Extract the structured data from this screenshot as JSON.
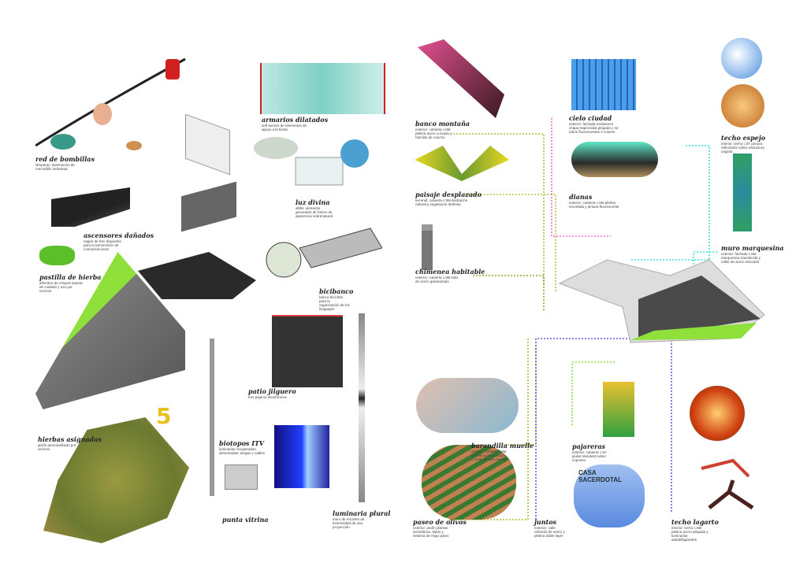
{
  "left_panel": {
    "items": [
      {
        "title": "red de bombillas",
        "desc": "lámparas: iluminación de mercadillo individual"
      },
      {
        "title": "ascensores dañados",
        "desc": "vagón de tren dispuesto para la transmisión de comunicaciones"
      },
      {
        "title": "pastilla de hierba",
        "desc": "alfombra de césped natural de cuidado y uso por vecinos"
      },
      {
        "title": "armarios dilatados",
        "desc": "self service de elementos de apoyo a la fiesta"
      },
      {
        "title": "luz divina",
        "desc": "altillo: elemento generador de haces de apariencia sobrenatural"
      },
      {
        "title": "bicibanco",
        "desc": "banco-bicicleta para la organización de los lenguajes"
      },
      {
        "title": "patio jilguero",
        "desc": "tres pájaros electrónicos"
      },
      {
        "title": "hierbas asignadas",
        "desc": "jardín personalizado por vecinos"
      },
      {
        "title": "biotopos ITV",
        "desc": "luminarias recuperadas, alimentadas: tangas y cables"
      },
      {
        "title": "luminaria plural",
        "desc": "muro de recortes de inmensidad de una proyección"
      },
      {
        "title": "punta vitrina",
        "desc": ""
      }
    ],
    "sign_text": "5"
  },
  "right_panel": {
    "items": [
      {
        "title": "banco montaña",
        "desc": "exterior: cubierta c.6M pletina acero curvado y hamilas de caucho"
      },
      {
        "title": "paisaje desplazado",
        "desc": "terrenal: cubierta c.5M ilustración natural y vegetación defensa"
      },
      {
        "title": "chimenea habitable",
        "desc": "exterior: cubierta c.6M tubo de acero galvanizado"
      },
      {
        "title": "cielo ciudad",
        "desc": "exterior: fachada medianera chapa trapezoidal plegada y 42 tubos fluorescentes 2 colores"
      },
      {
        "title": "dianas",
        "desc": "exterior: cubierta c.5M pletina recortada y pintura fluorescente"
      },
      {
        "title": "techo espejo",
        "desc": "interior: techo c.6T pintura reflectante sobre estructura original"
      },
      {
        "title": "muro marquesina",
        "desc": "exterior: fachada c.5M marquesina translúcida y cable de acero trenzado"
      },
      {
        "title": "barandilla muelle",
        "desc": "exterior: cubierta c.6M pletina acero curvado y malla tensión simple"
      },
      {
        "title": "paseo de olivos",
        "desc": "exterior: jardín plantas aromáticas, tejido y sistema de riego goteo"
      },
      {
        "title": "juntos",
        "desc": "exterior: calle redondo de acero y pletina doble layer"
      },
      {
        "title": "pajareras",
        "desc": "exterior: cubierta c.5V jaulas standard sobre soportes"
      },
      {
        "title": "techo lagarto",
        "desc": "interior: techo c.6M pletina acero plegada y luminarias antideflagrantes"
      }
    ],
    "sign_text": [
      "CASA",
      "SACERDOTAL"
    ]
  },
  "colors": {
    "green": "#8fe03a",
    "cyan": "#3fe0d8",
    "pink": "#e870d8",
    "olive": "#b8b830",
    "purple": "#6a5ae0",
    "red": "#e02020"
  }
}
